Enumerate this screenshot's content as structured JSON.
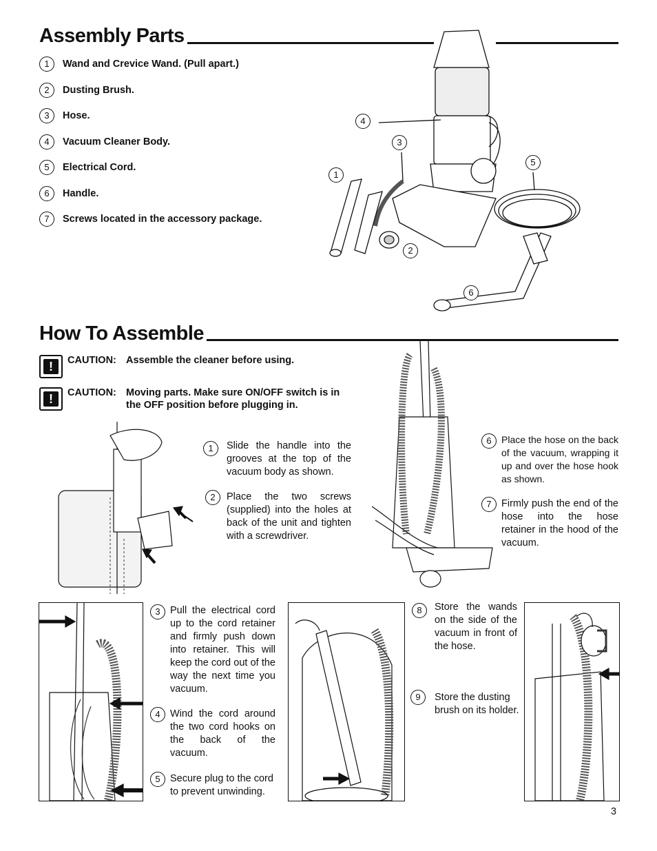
{
  "assembly_parts": {
    "title": "Assembly Parts",
    "items": [
      {
        "num": "1",
        "text": "Wand and Crevice Wand. (Pull apart.)"
      },
      {
        "num": "2",
        "text": "Dusting Brush."
      },
      {
        "num": "3",
        "text": "Hose."
      },
      {
        "num": "4",
        "text": "Vacuum Cleaner Body."
      },
      {
        "num": "5",
        "text": "Electrical Cord."
      },
      {
        "num": "6",
        "text": "Handle."
      },
      {
        "num": "7",
        "text": "Screws located in the accessory package."
      }
    ],
    "callouts": [
      "1",
      "2",
      "3",
      "4",
      "5",
      "6"
    ]
  },
  "how_to_assemble": {
    "title": "How To Assemble",
    "cautions": [
      {
        "label": "CAUTION:",
        "text": "Assemble the cleaner before using."
      },
      {
        "label": "CAUTION:",
        "text": "Moving parts. Make sure ON/OFF switch is in the OFF position before plugging in."
      }
    ],
    "steps": [
      {
        "num": "1",
        "text": "Slide the handle into the grooves at the top of the vacuum body as shown."
      },
      {
        "num": "2",
        "text": "Place the two screws (supplied) into the holes at back of the unit and tighten with a screwdriver."
      },
      {
        "num": "3",
        "text": "Pull the electrical cord up to the cord retainer and firmly push down into retainer. This will keep the cord out of the way the next time you vacuum."
      },
      {
        "num": "4",
        "text": "Wind the cord around the two cord hooks on the back of the vacuum."
      },
      {
        "num": "5",
        "text": "Secure plug to the cord to prevent unwinding."
      },
      {
        "num": "6",
        "text": "Place the hose on the back of the vacuum, wrapping it up and over the hose hook as shown."
      },
      {
        "num": "7",
        "text": "Firmly push the end of the hose into the hose retainer in the hood of the vacuum."
      },
      {
        "num": "8",
        "text": "Store the wands on the side of the vacuum in front of the hose."
      },
      {
        "num": "9",
        "text": "Store the dusting brush on its holder."
      }
    ]
  },
  "page_number": "3"
}
